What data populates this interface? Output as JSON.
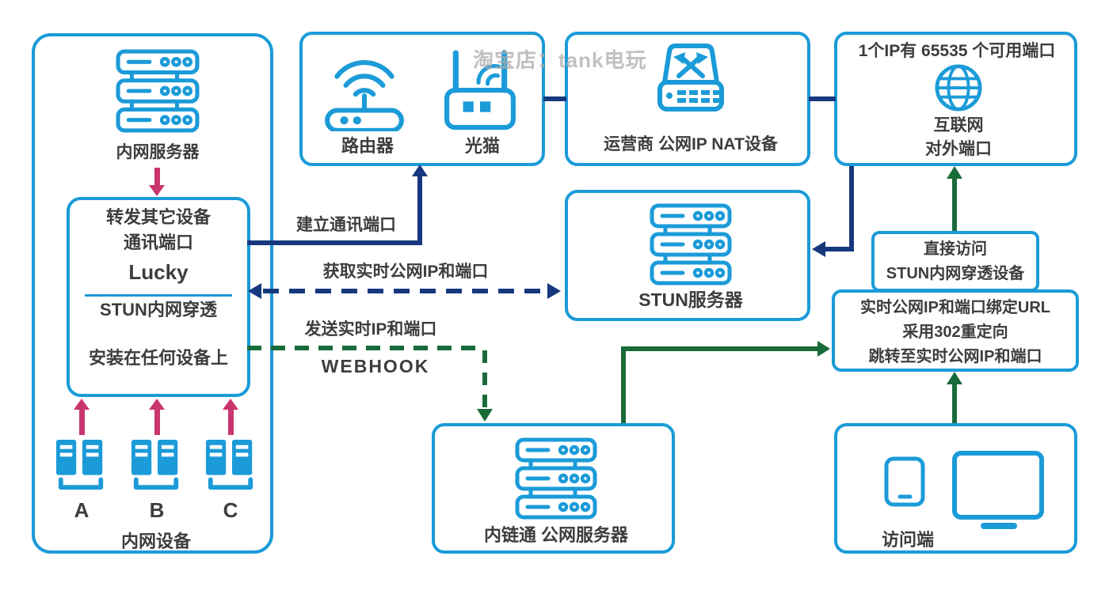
{
  "watermark": "淘宝店：tank电玩",
  "colors": {
    "light_blue": "#1b9bd8",
    "navy": "#16387f",
    "green": "#1a6b3a",
    "pink": "#c9356e",
    "text": "#3d3d3f",
    "watermark_gray": "#ababab"
  },
  "intranet": {
    "server_label": "内网服务器",
    "devices": [
      "A",
      "B",
      "C"
    ],
    "footer": "内网设备"
  },
  "lucky": {
    "line1": "转发其它设备",
    "line2": "通讯端口",
    "brand": "Lucky",
    "subtitle": "STUN内网穿透",
    "note": "安装在任何设备上"
  },
  "router_box": {
    "router": "路由器",
    "modem": "光猫"
  },
  "nat_box": {
    "label": "运营商 公网IP NAT设备"
  },
  "internet_box": {
    "caption": "1个IP有 65535 个可用端口",
    "line1": "互联网",
    "line2": "对外端口"
  },
  "stun_box": {
    "label": "STUN服务器"
  },
  "direct_box": {
    "line1": "直接访问",
    "line2": "STUN内网穿透设备"
  },
  "redirect_box": {
    "line1": "实时公网IP和端口绑定URL",
    "line2": "采用302重定向",
    "line3": "跳转至实时公网IP和端口"
  },
  "nlt_box": {
    "label": "内链通 公网服务器"
  },
  "client_box": {
    "label": "访问端"
  },
  "edges": {
    "establish": "建立通讯端口",
    "fetch": "获取实时公网IP和端口",
    "send": "发送实时IP和端口",
    "webhook": "WEBHOOK"
  }
}
